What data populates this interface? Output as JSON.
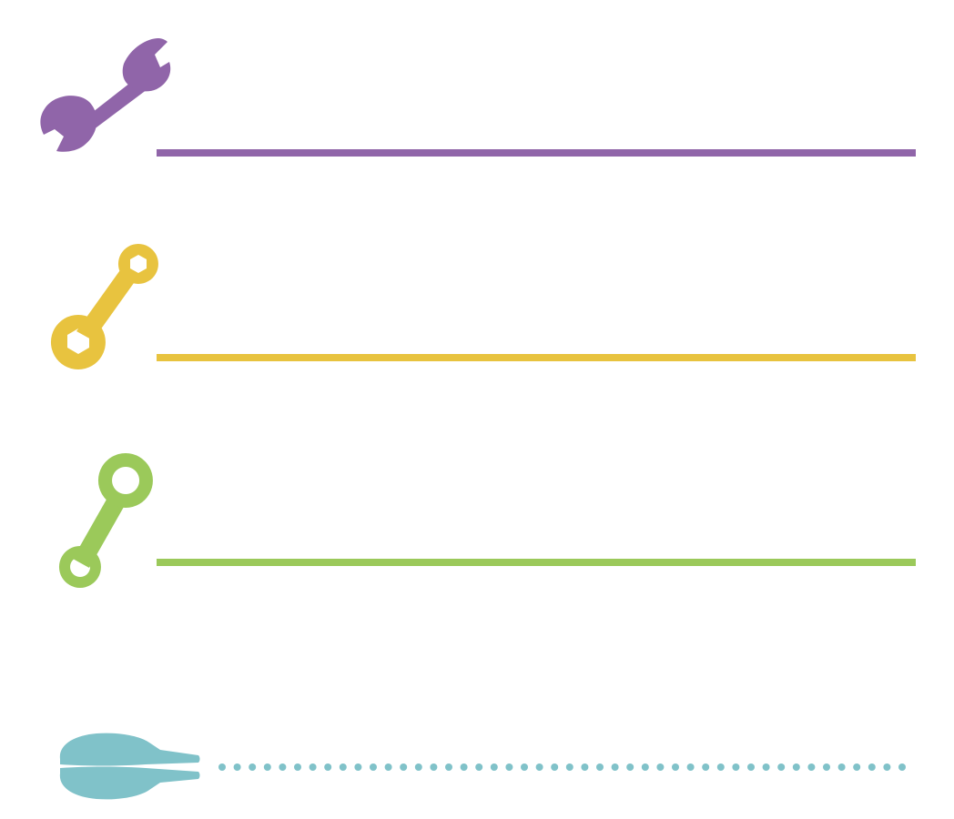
{
  "rows": [
    {
      "icon": "open-end-wrench-icon",
      "color": "#9065A9",
      "line_style": "solid"
    },
    {
      "icon": "double-ring-hex-wrench-icon",
      "color": "#E8C33F",
      "line_style": "solid"
    },
    {
      "icon": "ring-spanner-icon",
      "color": "#9BC95A",
      "line_style": "solid"
    },
    {
      "icon": "pliers-icon",
      "color": "#80C2C9",
      "line_style": "dotted"
    }
  ]
}
